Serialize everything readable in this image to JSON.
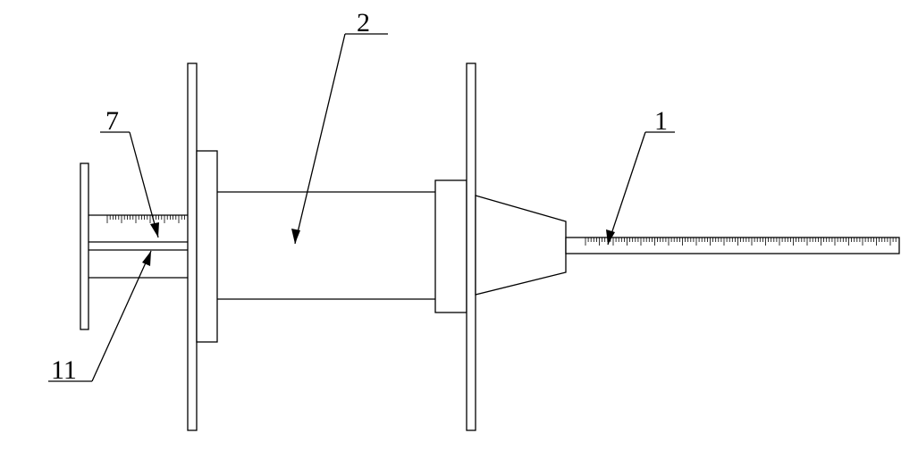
{
  "labels": {
    "part_1": "1",
    "part_2": "2",
    "part_7": "7",
    "part_11": "11"
  }
}
